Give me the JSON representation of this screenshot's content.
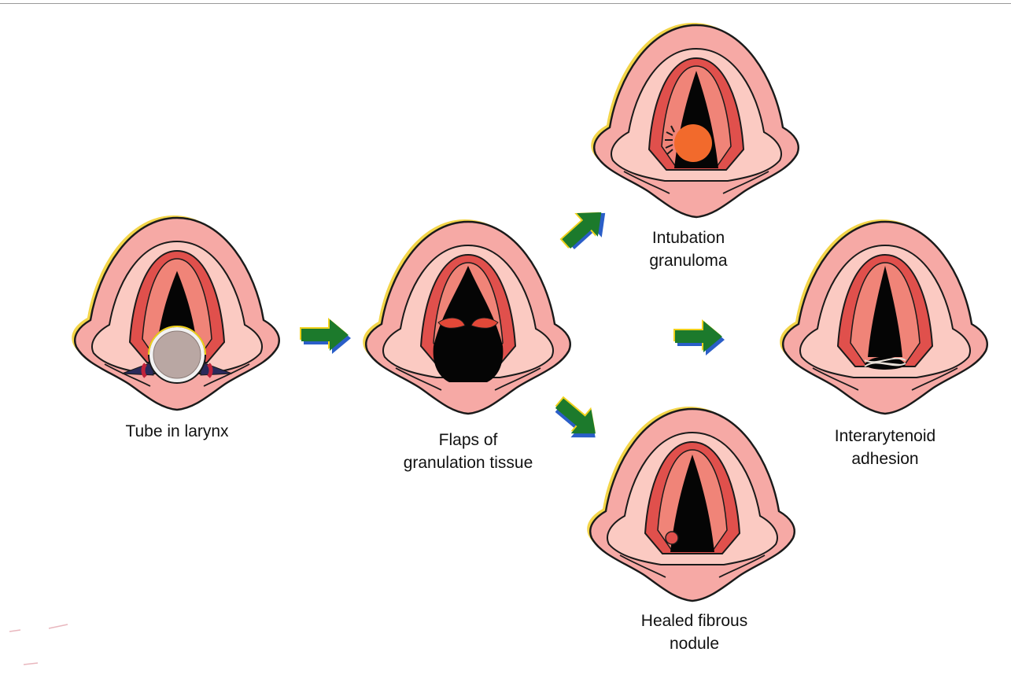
{
  "colors": {
    "outer_tissue": "#f6a9a5",
    "inner_tissue": "#fbcac2",
    "fold": "#e0504c",
    "fold_light": "#f08478",
    "outline": "#1a1a1a",
    "airway": "#050505",
    "tube_ring": "#f2f2f2",
    "tube_core": "#b9a7a3",
    "granuloma": "#f26a2c",
    "arrow_green": "#1c7a2c",
    "arrow_yellow": "#f0d11c",
    "arrow_blue": "#2a5ec8",
    "background": "#ffffff"
  },
  "labels": {
    "tube_in_larynx": "Tube in larynx",
    "flaps_line1": "Flaps of",
    "flaps_line2": "granulation tissue",
    "intubation_line1": "Intubation",
    "intubation_line2": "granuloma",
    "healed_line1": "Healed fibrous",
    "healed_line2": "nodule",
    "adhesion_line1": "Interarytenoid",
    "adhesion_line2": "adhesion"
  },
  "panels": [
    {
      "id": "tube",
      "variant": "tube"
    },
    {
      "id": "flaps",
      "variant": "flaps"
    },
    {
      "id": "granuloma",
      "variant": "granuloma"
    },
    {
      "id": "nodule",
      "variant": "nodule"
    },
    {
      "id": "adhesion",
      "variant": "adhesion"
    }
  ],
  "arrows": [
    {
      "id": "tube-to-flaps",
      "direction": "right"
    },
    {
      "id": "flaps-to-granuloma",
      "direction": "up-right"
    },
    {
      "id": "flaps-to-nodule",
      "direction": "down-right"
    },
    {
      "id": "flaps-to-adhesion",
      "direction": "right"
    }
  ]
}
